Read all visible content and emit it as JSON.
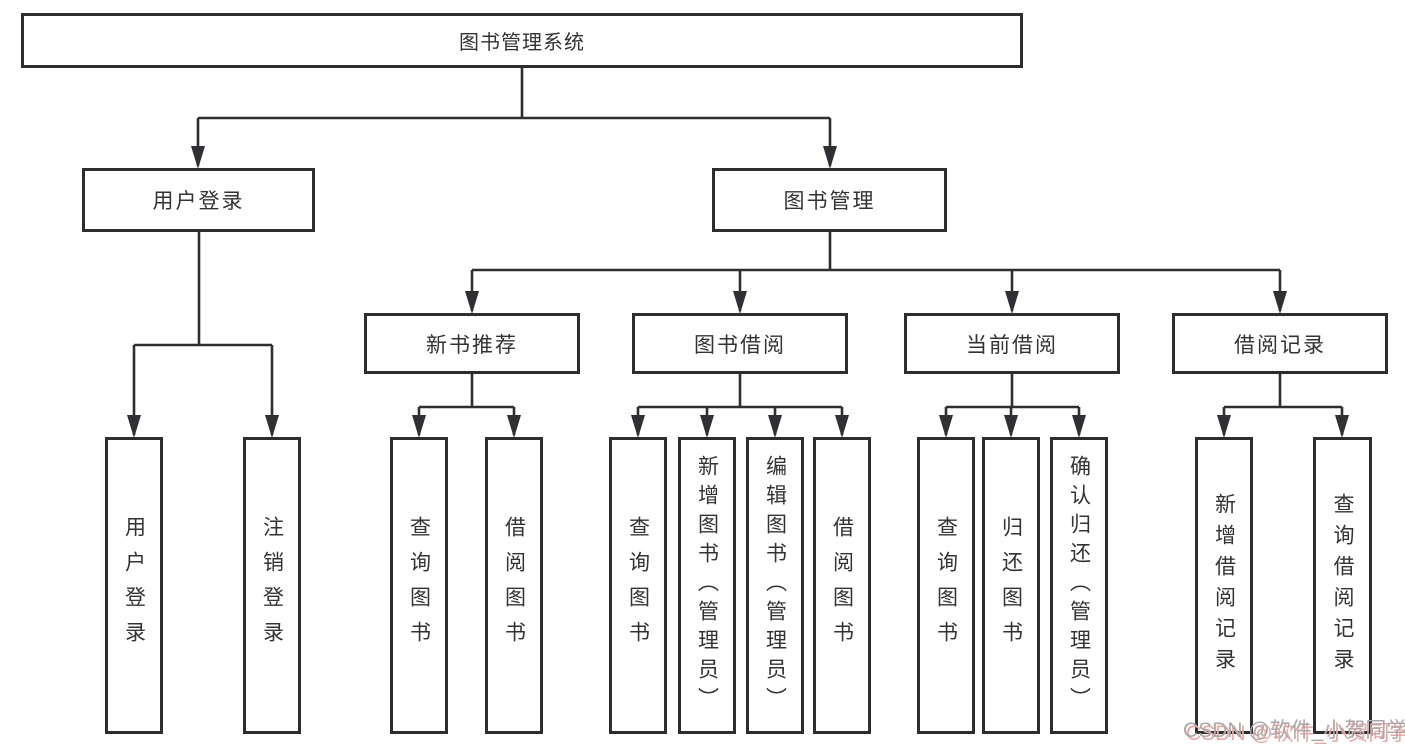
{
  "tree": {
    "root": {
      "label": "图书管理系统",
      "children": [
        {
          "label": "用户登录",
          "children": [
            {
              "label": "用户登录"
            },
            {
              "label": "注销登录"
            }
          ]
        },
        {
          "label": "图书管理",
          "children": [
            {
              "label": "新书推荐",
              "children": [
                {
                  "label": "查询图书"
                },
                {
                  "label": "借阅图书"
                }
              ]
            },
            {
              "label": "图书借阅",
              "children": [
                {
                  "label": "查询图书"
                },
                {
                  "label": "新增图书（管理员）"
                },
                {
                  "label": "编辑图书（管理员）"
                },
                {
                  "label": "借阅图书"
                }
              ]
            },
            {
              "label": "当前借阅",
              "children": [
                {
                  "label": "查询图书"
                },
                {
                  "label": "归还图书"
                },
                {
                  "label": "确认归还（管理员）"
                }
              ]
            },
            {
              "label": "借阅记录",
              "children": [
                {
                  "label": "新增借阅记录"
                },
                {
                  "label": "查询借阅记录"
                }
              ]
            }
          ]
        }
      ]
    }
  },
  "watermark": {
    "text": "CSDN @软件_小贺同学"
  },
  "colors": {
    "line": "#2f2f2f",
    "box_border": "#2d2d2d",
    "text": "#333333",
    "background": "#ffffff",
    "watermark_text": "#a9a9a9",
    "watermark_shadow": "#f2a59e"
  }
}
